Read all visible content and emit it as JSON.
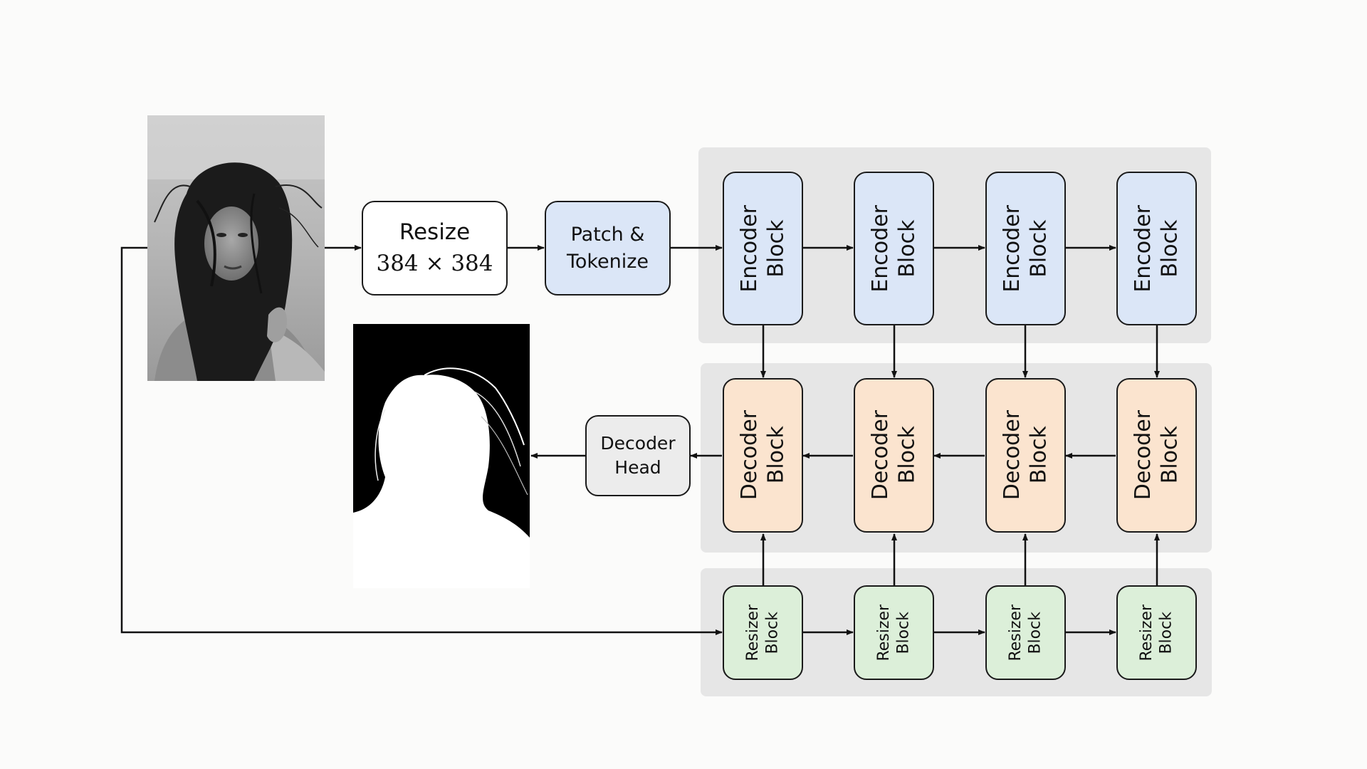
{
  "resize": {
    "line1": "Resize",
    "line2": "384 × 384"
  },
  "patch": {
    "line1": "Patch &",
    "line2": "Tokenize"
  },
  "decoder_head": {
    "line1": "Decoder",
    "line2": "Head"
  },
  "encoder_blocks": [
    {
      "line1": "Encoder",
      "line2": "Block"
    },
    {
      "line1": "Encoder",
      "line2": "Block"
    },
    {
      "line1": "Encoder",
      "line2": "Block"
    },
    {
      "line1": "Encoder",
      "line2": "Block"
    }
  ],
  "decoder_blocks": [
    {
      "line1": "Decoder",
      "line2": "Block"
    },
    {
      "line1": "Decoder",
      "line2": "Block"
    },
    {
      "line1": "Decoder",
      "line2": "Block"
    },
    {
      "line1": "Decoder",
      "line2": "Block"
    }
  ],
  "resizer_blocks": [
    {
      "line1": "Resizer",
      "line2": "Block"
    },
    {
      "line1": "Resizer",
      "line2": "Block"
    },
    {
      "line1": "Resizer",
      "line2": "Block"
    },
    {
      "line1": "Resizer",
      "line2": "Block"
    }
  ],
  "colors": {
    "encoder": "#dbe6f7",
    "decoder": "#fbe4cf",
    "resizer": "#dcefd9",
    "decoder_head": "#ececec",
    "panel": "#e6e6e6"
  }
}
